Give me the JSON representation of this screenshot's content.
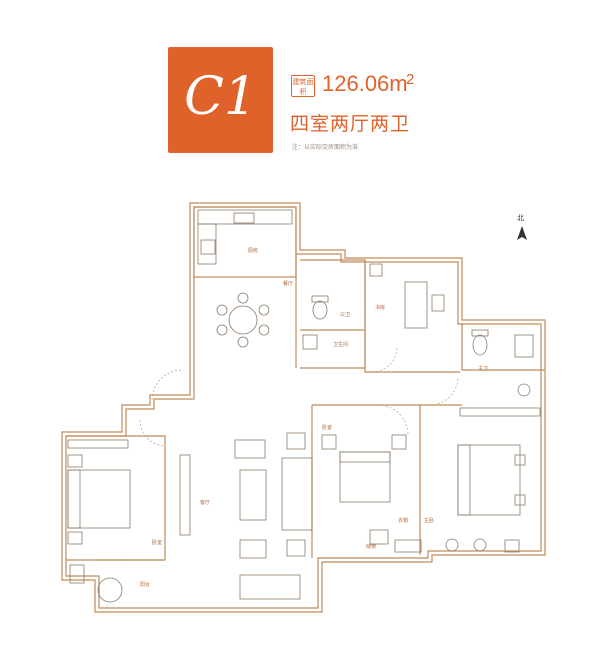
{
  "header": {
    "badge": "C1",
    "area_tag": "建筑面积",
    "area_value": "126.06m",
    "area_unit": "2",
    "layout_type": "四室两厅两卫",
    "note": "注：以实际交房面积为准"
  },
  "compass": {
    "label": "北"
  },
  "rooms": {
    "kitchen": "厨房",
    "dining": "餐厅",
    "bath1": "公卫",
    "bath_sink": "卫生间",
    "study": "书房",
    "living": "客厅",
    "bedroom_w": "卧室",
    "balcony": "阳台",
    "bath2": "主卫",
    "bed_mid": "卧室",
    "bed_main": "主卧",
    "walk": "衣帽",
    "closet": "储物"
  },
  "colors": {
    "accent": "#e0622b",
    "wall": "#c08a5a",
    "furniture": "#8a7a6a"
  }
}
